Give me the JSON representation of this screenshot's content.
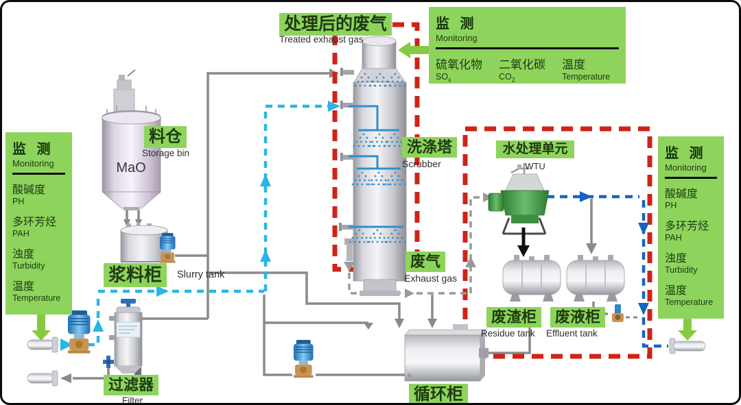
{
  "labels": {
    "treated_gas": {
      "zh": "处理后的废气",
      "en": "Treated exhaust gas"
    },
    "storage_bin": {
      "zh": "料仓",
      "en": "Storage bin"
    },
    "storage_bin_material": "MaO",
    "slurry_tank": {
      "zh": "浆料柜",
      "en": "Slurry tank"
    },
    "scrubber": {
      "zh": "洗涤塔",
      "en": "Scrubber"
    },
    "exhaust_gas": {
      "zh": "废气",
      "en": "Exhaust gas"
    },
    "wtu": {
      "zh": "水处理单元",
      "en": "WTU"
    },
    "residue_tank": {
      "zh": "废渣柜",
      "en": "Residue tank"
    },
    "effluent_tank": {
      "zh": "废液柜",
      "en": "Effluent tank"
    },
    "filter": {
      "zh": "过滤器",
      "en": "Filter"
    },
    "circulation_tank": {
      "zh": "循环柜"
    }
  },
  "monitoring_top": {
    "title": "监 测",
    "subtitle": "Monitoring",
    "items": [
      {
        "zh": "硫氧化物",
        "en": "SO",
        "sub": "x"
      },
      {
        "zh": "二氧化碳",
        "en": "CO",
        "sub": "2"
      },
      {
        "zh": "温度",
        "en": "Temperature"
      }
    ]
  },
  "monitoring_left": {
    "title": "监 测",
    "subtitle": "Monitoring",
    "items": [
      {
        "zh": "酸碱度",
        "en": "PH"
      },
      {
        "zh": "多环芳烃",
        "en": "PAH"
      },
      {
        "zh": "浊度",
        "en": "Turbidity"
      },
      {
        "zh": "温度",
        "en": "Temperature"
      }
    ]
  },
  "monitoring_right": {
    "title": "监 测",
    "subtitle": "Monitoring",
    "items": [
      {
        "zh": "酸碱度",
        "en": "PH"
      },
      {
        "zh": "多环芳烃",
        "en": "PAH"
      },
      {
        "zh": "浊度",
        "en": "Turbidity"
      },
      {
        "zh": "温度",
        "en": "Temperature"
      }
    ]
  },
  "colors": {
    "label_green": "#8ed45c",
    "red_dashed": "#cf2318",
    "flow_cyan": "#2ab5e5",
    "flow_blue": "#1565c0",
    "pipe_gray": "#8a8a8a",
    "arrow_green": "#85c940",
    "spray_blue": "#2e8fd0"
  }
}
